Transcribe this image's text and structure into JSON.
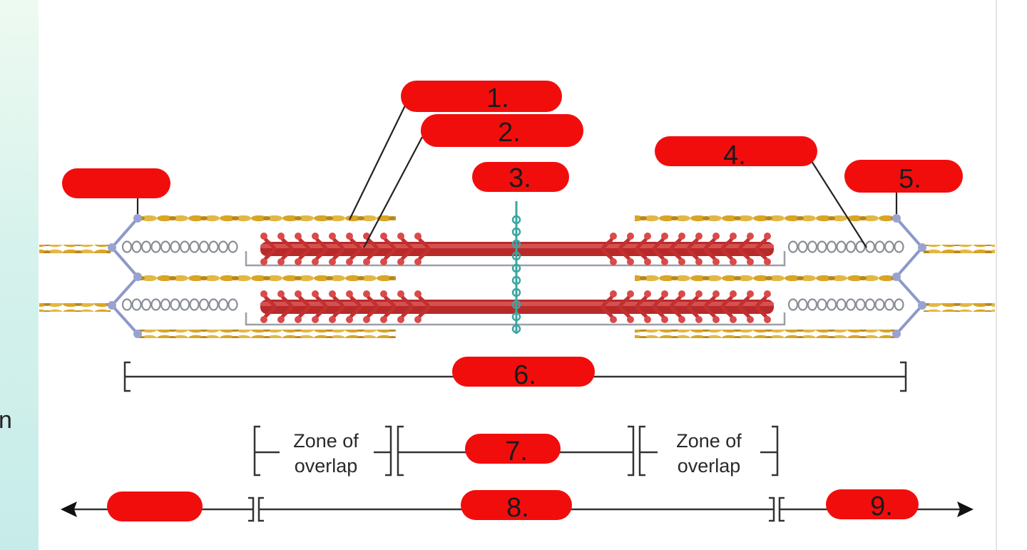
{
  "sidebar": {
    "fragment_text": "n"
  },
  "labels": {
    "l1": "1.",
    "l2": "2.",
    "l3": "3.",
    "l4": "4.",
    "l5": "5.",
    "l6": "6.",
    "l7": "7.",
    "l8": "8.",
    "l9": "9."
  },
  "zones": {
    "left_line1": "Zone of",
    "left_line2": "overlap",
    "right_line1": "Zone of",
    "right_line2": "overlap"
  },
  "colors": {
    "label_fill": "#f20d0d",
    "thick_filament": "#c83535",
    "thin_filament": "#d9a62a",
    "titin": "#9aa0a8",
    "z_disc": "#8e98c8",
    "m_line": "#3aa6a0"
  }
}
